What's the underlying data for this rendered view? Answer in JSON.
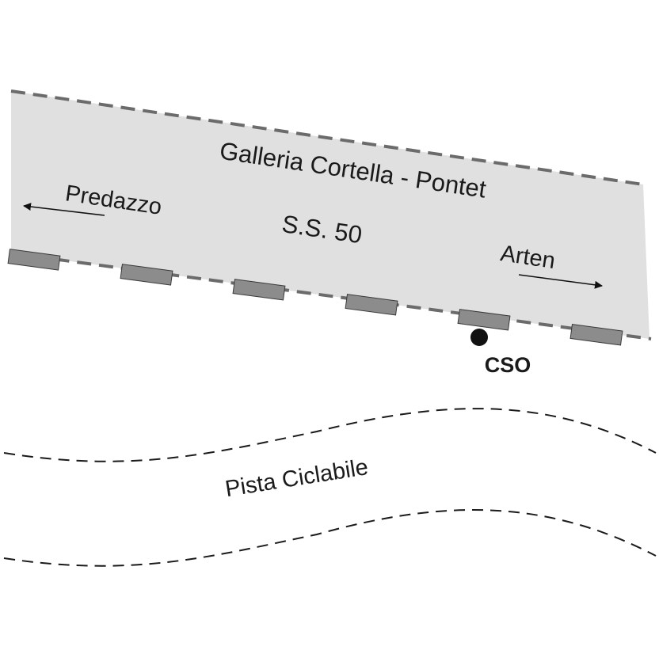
{
  "tunnel": {
    "name": "Galleria Cortella - Pontet",
    "road": "S.S. 50",
    "fill_color": "#e0e0e0",
    "edge_color": "#6b6b6b"
  },
  "directions": {
    "west": "Predazzo",
    "east": "Arten"
  },
  "station": {
    "label": "CSO",
    "color": "#111111"
  },
  "pads": {
    "count": 6,
    "color": "#8c8c8c"
  },
  "path": {
    "label": "Pista Ciclabile"
  }
}
